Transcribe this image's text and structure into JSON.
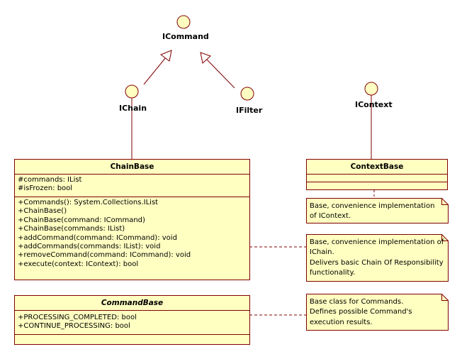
{
  "interfaces": {
    "icommand": "ICommand",
    "ichain": "IChain",
    "ifilter": "IFilter",
    "icontext": "IContext"
  },
  "classes": {
    "chain_base": {
      "name": "ChainBase",
      "attributes": [
        "#commands: IList",
        "#isFrozen: bool"
      ],
      "operations": [
        "+Commands(): System.Collections.IList",
        "+ChainBase()",
        "+ChainBase(command: ICommand)",
        "+ChainBase(commands: IList)",
        "+addCommand(command: ICommand): void",
        "+addCommands(commands: IList): void",
        "+removeCommand(command: ICommand): void",
        "+execute(context: IContext): bool"
      ]
    },
    "context_base": {
      "name": "ContextBase"
    },
    "command_base": {
      "name": "CommandBase",
      "attributes": [
        "+PROCESSING_COMPLETED: bool",
        "+CONTINUE_PROCESSING: bool"
      ]
    }
  },
  "notes": {
    "context_note": [
      "Base, convenience implementation",
      "of IContext."
    ],
    "chain_note": [
      "Base, convenience implementation of",
      "IChain.",
      "Delivers basic Chain Of Responsibility",
      "functionality."
    ],
    "command_note": [
      "Base class for Commands.",
      "Defines possible Command's",
      "execution results."
    ]
  },
  "colors": {
    "class_fill": "#ffffc2",
    "line": "#800000"
  }
}
